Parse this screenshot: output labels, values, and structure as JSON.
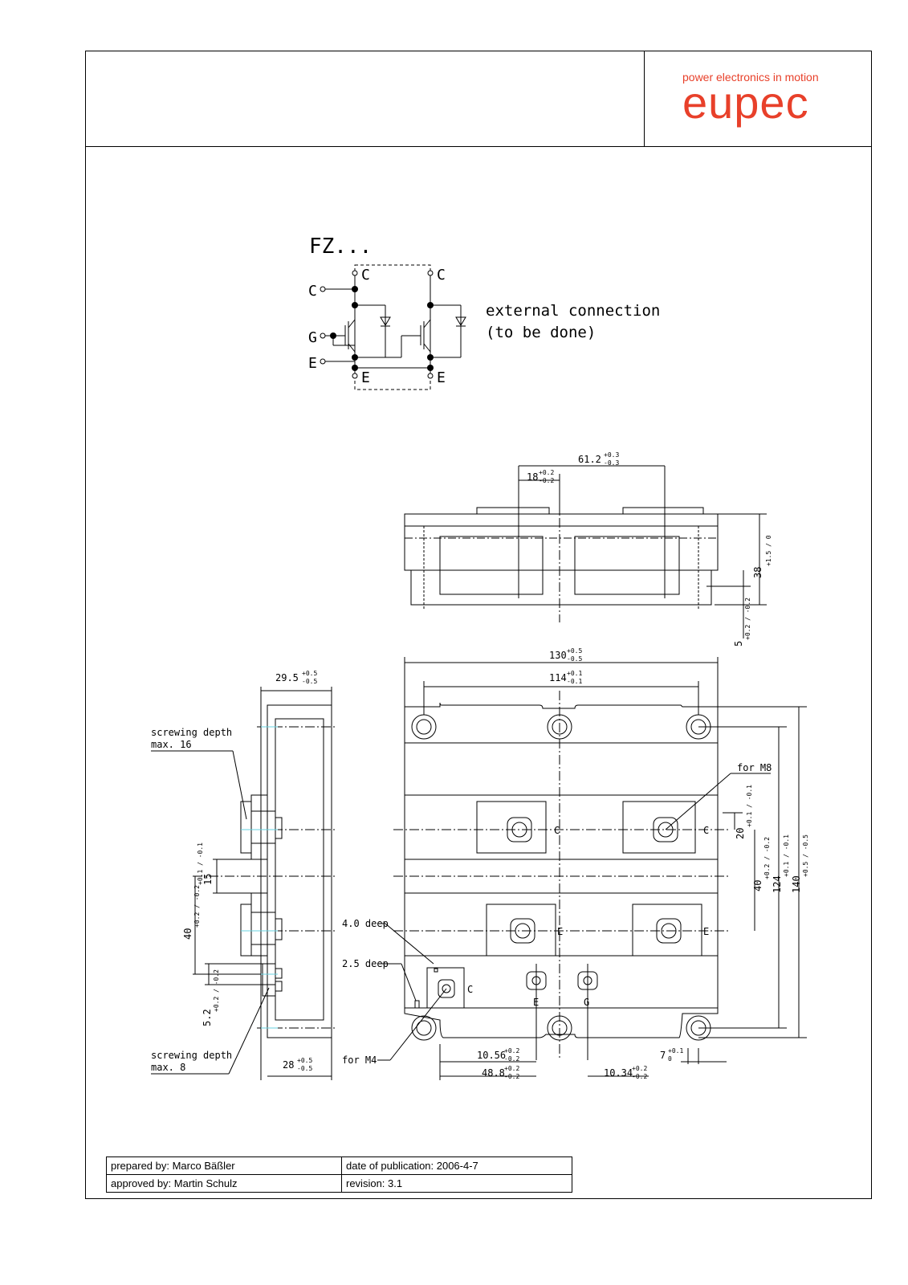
{
  "header": {
    "slogan": "power electronics in motion",
    "logo": "eupec",
    "brand_color": "#e8402a"
  },
  "schematic": {
    "title": "FZ...",
    "pin_c": "C",
    "pin_g": "G",
    "pin_e": "E",
    "note_line1": "external connection",
    "note_line2": "(to be done)"
  },
  "side_view": {
    "dim_width": "61.2",
    "dim_width_tol_up": "+0.3",
    "dim_width_tol_dn": "-0.3",
    "dim_offset": "18",
    "dim_offset_tol_up": "+0.2",
    "dim_offset_tol_dn": "-0.2",
    "dim_height": "38",
    "dim_height_tol": "+1.5 / 0",
    "dim_base": "5",
    "dim_base_tol": "+0.2 / -0.2"
  },
  "top_view": {
    "dim_total": "130",
    "dim_total_tol_up": "+0.5",
    "dim_total_tol_dn": "-0.5",
    "dim_holes": "114",
    "dim_holes_tol_up": "+0.1",
    "dim_holes_tol_dn": "-0.1",
    "label_m8": "for M8",
    "label_m4": "for M4",
    "label_4deep": "4.0 deep",
    "label_25deep": "2.5 deep",
    "term_c": "C",
    "term_e": "E",
    "term_g": "G",
    "dim_20": "20",
    "dim_20_tol": "+0.1 / -0.1",
    "dim_40": "40",
    "dim_40_tol": "+0.2 / -0.2",
    "dim_124": "124",
    "dim_124_tol": "+0.1 / -0.1",
    "dim_140": "140",
    "dim_140_tol": "+0.5 / -0.5",
    "dim_1056": "10.56",
    "dim_1056_tol_up": "+0.2",
    "dim_1056_tol_dn": "-0.2",
    "dim_488": "48.8",
    "dim_488_tol_up": "+0.2",
    "dim_488_tol_dn": "-0.2",
    "dim_1034": "10.34",
    "dim_1034_tol_up": "+0.2",
    "dim_1034_tol_dn": "-0.2",
    "dim_7": "7",
    "dim_7_tol_up": "+0.1",
    "dim_7_tol_dn": "0"
  },
  "end_view": {
    "dim_295": "29.5",
    "dim_295_tol_up": "+0.5",
    "dim_295_tol_dn": "-0.5",
    "dim_28": "28",
    "dim_28_tol_up": "+0.5",
    "dim_28_tol_dn": "-0.5",
    "screw_top_1": "screwing depth",
    "screw_top_2": "max. 16",
    "screw_bot_1": "screwing depth",
    "screw_bot_2": "max. 8",
    "dim_15": "15",
    "dim_15_tol": "+0.1 / -0.1",
    "dim_40": "40",
    "dim_40_tol": "+0.2 / -0.2",
    "dim_52": "5.2",
    "dim_52_tol": "+0.2 / -0.2"
  },
  "footer": {
    "prepared": "prepared by: Marco Bäßler",
    "date": "date of publication: 2006-4-7",
    "approved": "approved by: Martin Schulz",
    "revision": "revision: 3.1"
  }
}
